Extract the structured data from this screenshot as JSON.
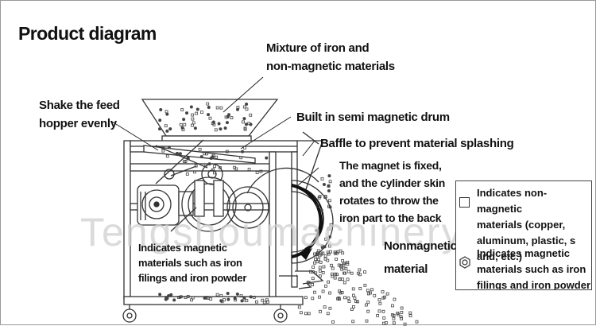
{
  "title": "Product diagram",
  "labels": {
    "mixture": [
      "Mixture of iron and",
      "non-magnetic materials"
    ],
    "shake": [
      "Shake the feed",
      "hopper evenly"
    ],
    "drum": "Built in semi magnetic drum",
    "baffle": "Baffle to prevent material splashing",
    "magnet": [
      "The magnet is fixed,",
      "and the cylinder skin",
      "rotates to throw the",
      "iron part to the back"
    ],
    "magnetic_left": [
      "Indicates magnetic",
      "materials such as iron",
      "filings and iron powder"
    ],
    "nonmagnetic": [
      "Nonmagnetic",
      "material"
    ]
  },
  "legend": {
    "nonmagnetic": [
      "Indicates non-magnetic",
      "materials (copper,",
      "aluminum, plastic, s",
      "and, etc.)"
    ],
    "magnetic": [
      "Indicates magnetic",
      "materials such as iron",
      "filings and iron powder"
    ]
  },
  "watermark": "Tengshoumachinery",
  "icons": {
    "nonmagnetic_marker": "square-icon",
    "magnetic_marker": "nut-icon"
  },
  "colors": {
    "line": "#333333",
    "text": "#111111",
    "watermark": "#cfcfcf"
  }
}
